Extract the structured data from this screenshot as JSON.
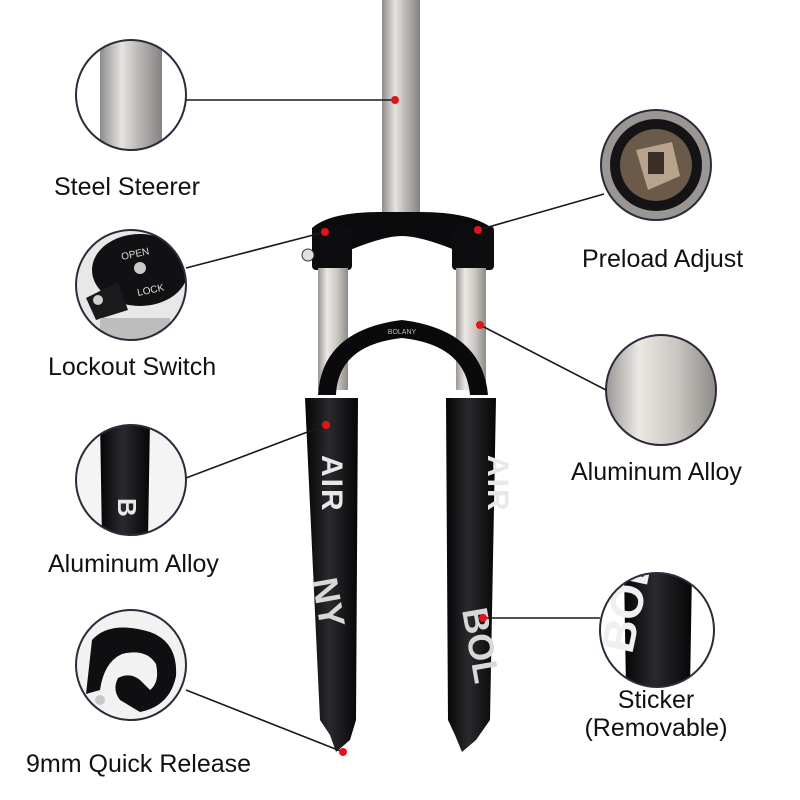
{
  "labels": {
    "steel_steerer": "Steel Steerer",
    "lockout_switch": "Lockout Switch",
    "aluminum_alloy_left": "Aluminum Alloy",
    "quick_release": "9mm Quick Release",
    "preload_adjust": "Preload Adjust",
    "aluminum_alloy_right": "Aluminum Alloy",
    "sticker_line1": "Sticker",
    "sticker_line2": "(Removable)"
  },
  "fork_graphics": {
    "leg_text": "AIR",
    "crown_text": "BOLANY",
    "leg_logo_left": "NY",
    "leg_logo_right": "BOL",
    "knob_open": "OPEN",
    "knob_lock": "LOCK",
    "sticker_zoom": "BOL"
  },
  "colors": {
    "marker_red": "#e1141b",
    "leader_line": "#1a1a1a",
    "fork_black": "#0c0c0e",
    "stanchion_silver": "#c8c6c4",
    "zoom_ring": "#2b2b3a"
  }
}
